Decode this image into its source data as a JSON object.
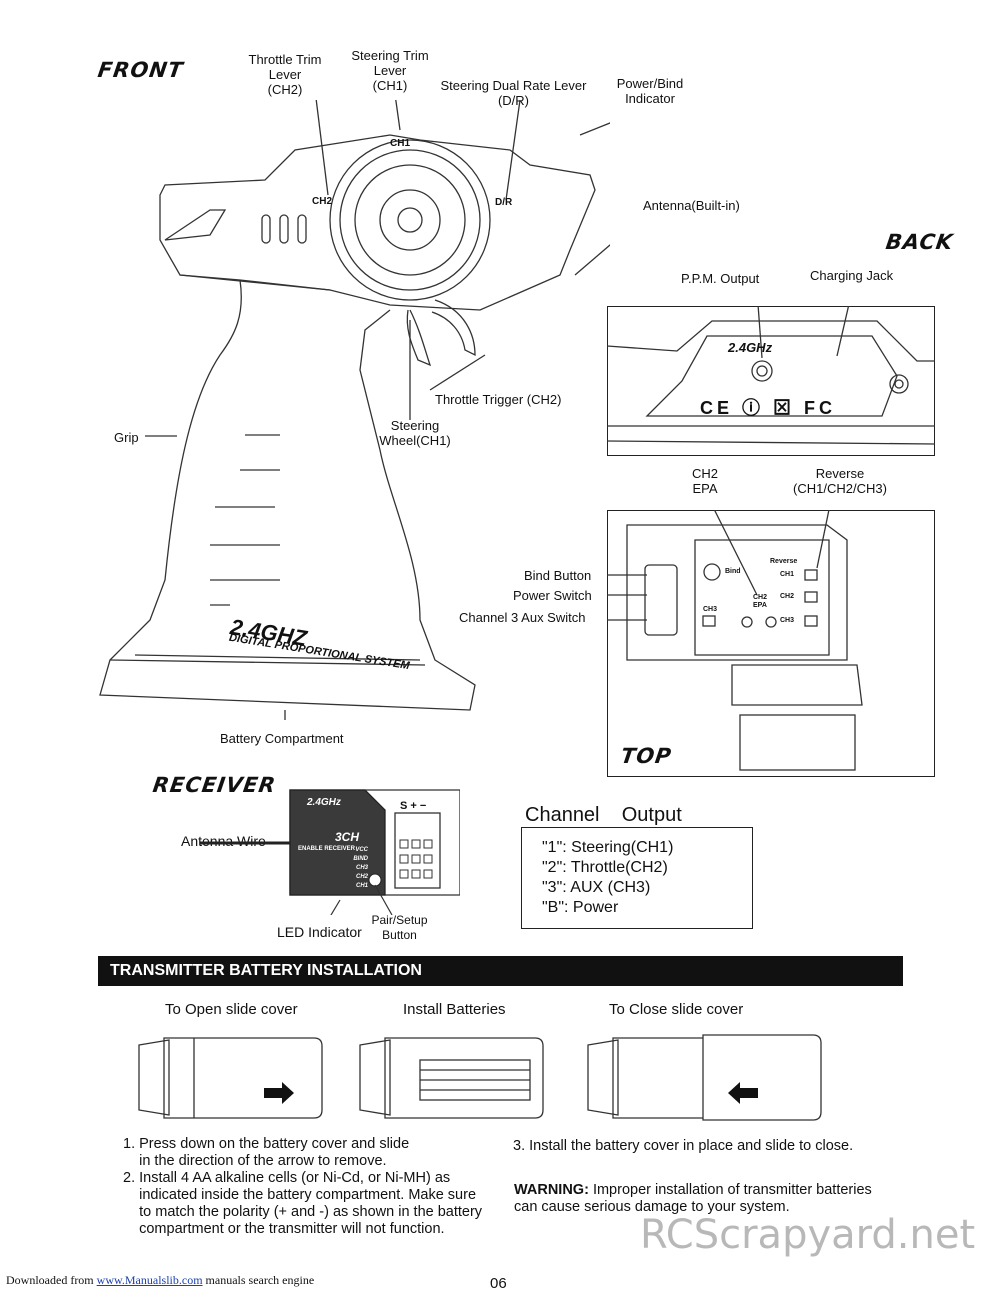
{
  "front": {
    "header": "FRONT",
    "throttle_trim": "Throttle Trim\nLever\n(CH2)",
    "steering_trim": "Steering Trim\nLever\n(CH1)",
    "dual_rate": "Steering Dual Rate Lever\n(D/R)",
    "power_bind": "Power/Bind\nIndicator",
    "antenna": "Antenna(Built-in)",
    "throttle_trigger": "Throttle Trigger (CH2)",
    "steering_wheel": "Steering\nWheel(CH1)",
    "grip": "Grip",
    "battery_compartment": "Battery Compartment",
    "brand": "2.4GHZ",
    "brand_sub": "DIGITAL PROPORTIONAL SYSTEM",
    "ch1": "CH1",
    "ch2": "CH2",
    "dr": "D/R"
  },
  "back": {
    "header": "BACK",
    "ppm": "P.P.M. Output",
    "charging": "Charging Jack",
    "logo": "2.4GHz",
    "marks": "CE ⓘ ⊠ FC"
  },
  "top": {
    "header": "TOP",
    "ch2_epa": "CH2\nEPA",
    "reverse": "Reverse\n(CH1/CH2/CH3)",
    "bind_button": "Bind Button",
    "power_switch": "Power Switch",
    "ch3_switch": "Channel 3  Aux Switch",
    "panel_reverse": "Reverse",
    "panel_bind": "Bind",
    "panel_ch1": "CH1",
    "panel_ch2": "CH2",
    "panel_ch3": "CH3",
    "panel_epa": "CH2\nEPA",
    "panel_ch3_left": "CH3"
  },
  "receiver": {
    "header": "RECEIVER",
    "antenna_wire": "Antenna Wire",
    "led": "LED Indicator",
    "pair": "Pair/Setup\nButton",
    "logo": "2.4GHz",
    "model": "3CH",
    "sub": "ENABLE RECEIVER",
    "pins": "S + −",
    "rows": [
      "VCC",
      "BIND",
      "CH3",
      "CH2",
      "CH1"
    ]
  },
  "channel_output": {
    "title": "Channel    Output",
    "items": [
      "\"1\": Steering(CH1)",
      "\"2\": Throttle(CH2)",
      "\"3\":  AUX  (CH3)",
      "\"B\": Power"
    ]
  },
  "battery": {
    "section_title": "TRANSMITTER BATTERY INSTALLATION",
    "step1_title": "To Open slide cover",
    "step2_title": "Install Batteries",
    "step3_title": "To Close slide cover",
    "instr1": "1. Press down on the battery cover and slide\n    in the direction of the arrow to remove.",
    "instr2": "2. Install 4 AA alkaline cells (or Ni-Cd, or Ni-MH) as\n    indicated inside the battery compartment. Make sure\n    to match the polarity (+ and -) as shown in the battery\n    compartment or the transmitter will not function.",
    "instr3": "3. Install the battery cover in place and slide to close.",
    "warning_label": "WARNING:",
    "warning_text": " Improper installation of transmitter batteries\ncan cause serious damage to your system."
  },
  "footer": {
    "downloaded": "Downloaded from",
    "site": "www.Manualslib.com",
    "tail": "manuals search engine",
    "page": "06",
    "watermark": "RCScrapyard.net"
  },
  "colors": {
    "accent": "#111111",
    "watermark": "#b8b8b8",
    "link": "#1a3fb0"
  }
}
